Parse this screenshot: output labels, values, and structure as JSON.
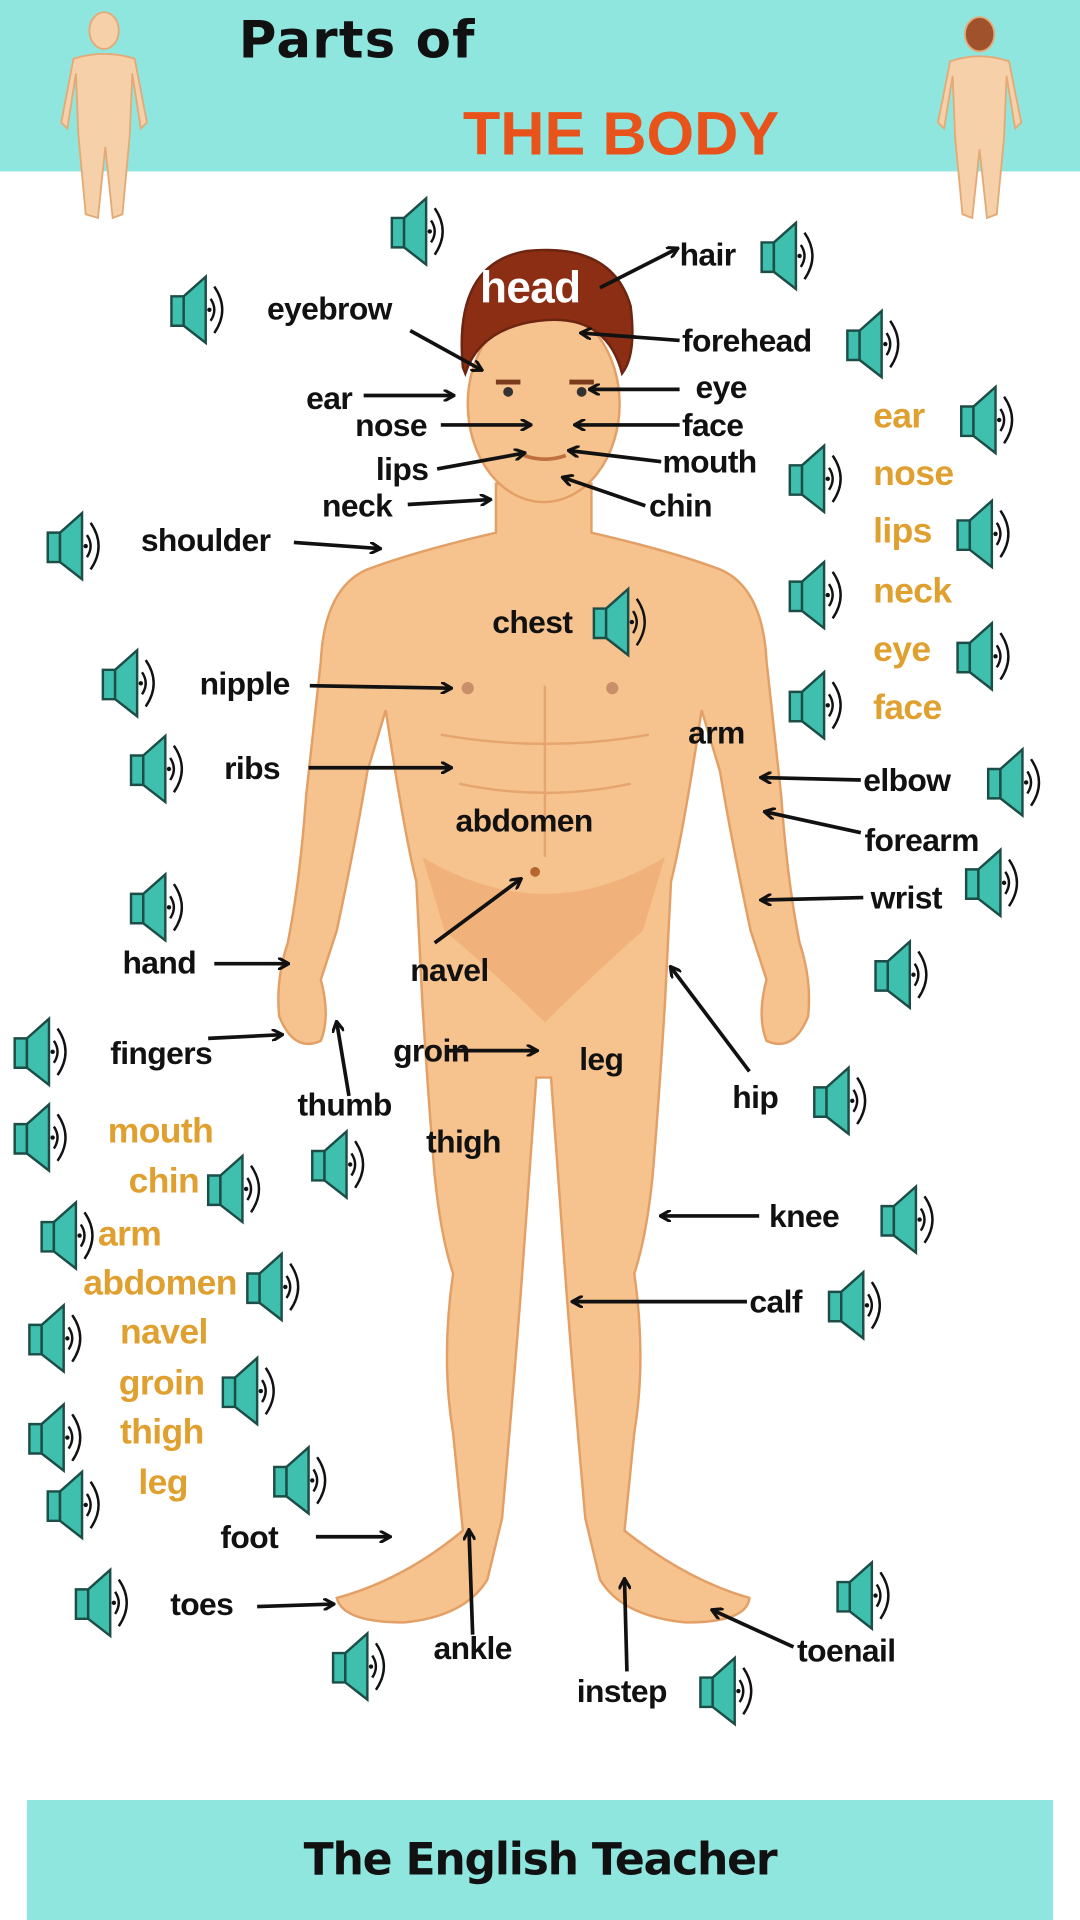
{
  "header": {
    "title_line1": "Parts of",
    "title_line2": "THE BODY"
  },
  "footer": {
    "text": "The English Teacher"
  },
  "labels": {
    "head": "head",
    "hair": "hair",
    "eyebrow": "eyebrow",
    "forehead": "forehead",
    "ear": "ear",
    "eye": "eye",
    "nose": "nose",
    "face": "face",
    "lips": "lips",
    "mouth": "mouth",
    "neck": "neck",
    "chin": "chin",
    "shoulder": "shoulder",
    "chest": "chest",
    "nipple": "nipple",
    "arm": "arm",
    "ribs": "ribs",
    "elbow": "elbow",
    "abdomen": "abdomen",
    "forearm": "forearm",
    "wrist": "wrist",
    "hand": "hand",
    "navel": "navel",
    "fingers": "fingers",
    "groin": "groin",
    "leg": "leg",
    "hip": "hip",
    "thumb": "thumb",
    "thigh": "thigh",
    "knee": "knee",
    "calf": "calf",
    "foot": "foot",
    "toes": "toes",
    "ankle": "ankle",
    "toenail": "toenail",
    "instep": "instep"
  },
  "orange_right": [
    "ear",
    "nose",
    "lips",
    "neck",
    "eye",
    "face"
  ],
  "orange_left": [
    "mouth",
    "chin",
    "arm",
    "abdomen",
    "navel",
    "groin",
    "thigh",
    "leg"
  ],
  "colors": {
    "band": "#8fe6de",
    "title_accent": "#e8531c",
    "orange_label": "#e0a030",
    "speaker": "#3fbfad",
    "skin": "#f6c28e"
  },
  "icons": {
    "speaker": "speaker-icon"
  }
}
